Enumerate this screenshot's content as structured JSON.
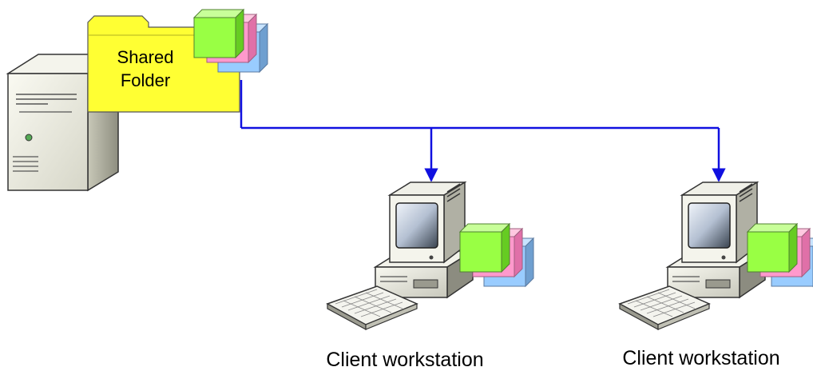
{
  "server": {
    "folder_label_line1": "Shared",
    "folder_label_line2": "Folder"
  },
  "clients": [
    {
      "label": "Client workstation"
    },
    {
      "label": "Client workstation"
    }
  ],
  "colors": {
    "connector": "#1010e0",
    "folder_fill": "#ffff33",
    "cube_green": "#99ff44",
    "cube_pink": "#ff99cc",
    "cube_blue": "#99ccff"
  },
  "icons": [
    "server-tower-icon",
    "shared-folder-icon",
    "file-stack-icon",
    "desktop-computer-icon",
    "keyboard-icon"
  ]
}
